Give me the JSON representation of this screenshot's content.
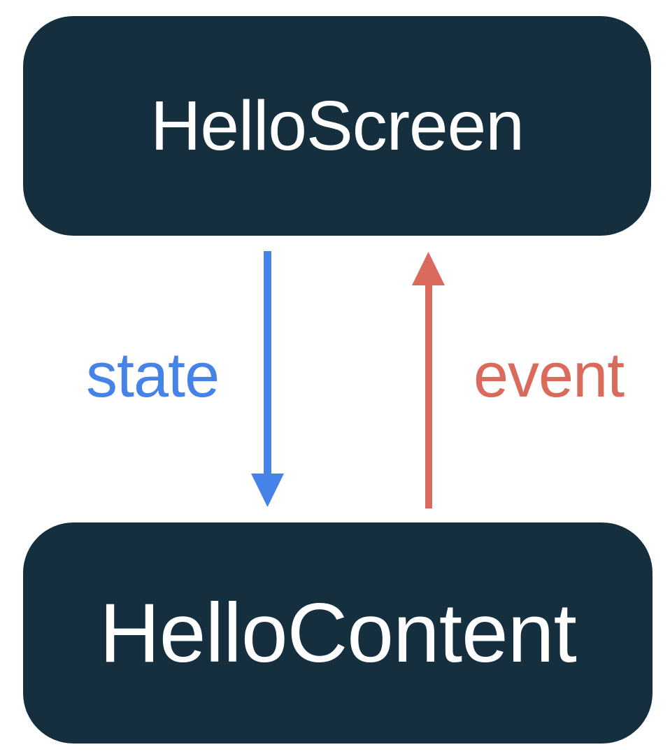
{
  "diagram": {
    "title": "unidirectional-data-flow",
    "top_box": {
      "label": "HelloScreen"
    },
    "bottom_box": {
      "label": "HelloContent"
    },
    "arrows": [
      {
        "name": "state-arrow",
        "label": "state",
        "direction": "down",
        "from": "HelloScreen",
        "to": "HelloContent",
        "color": "#4683E8"
      },
      {
        "name": "event-arrow",
        "label": "event",
        "direction": "up",
        "from": "HelloContent",
        "to": "HelloScreen",
        "color": "#DA6B5C"
      }
    ],
    "colors": {
      "box_fill": "#152F3F",
      "box_text": "#FFFFFF",
      "state_blue": "#4683E8",
      "event_red": "#DA6B5C",
      "background": "#FFFFFF"
    }
  }
}
